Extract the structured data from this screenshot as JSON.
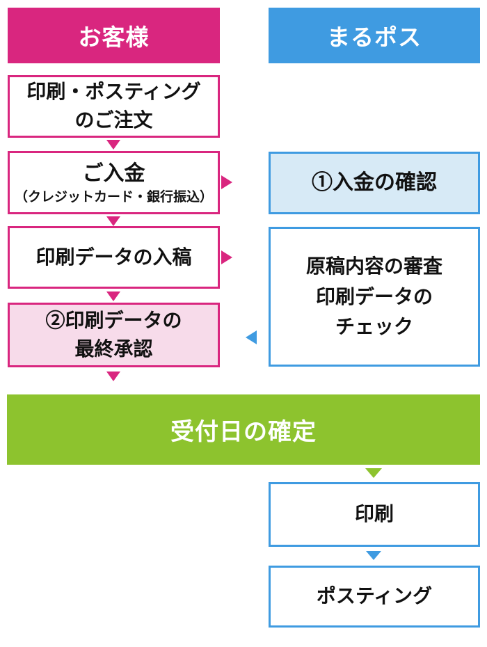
{
  "columns": {
    "customer": {
      "header": "お客様"
    },
    "service": {
      "header": "まるポス"
    }
  },
  "customer_steps": {
    "order_line1": "印刷・ポスティング",
    "order_line2": "のご注文",
    "payment_title": "ご入金",
    "payment_subtitle": "（クレジットカード・銀行振込）",
    "data_submission": "印刷データの入稿",
    "approval_line1": "②印刷データの",
    "approval_line2": "最終承認"
  },
  "service_steps": {
    "payment_check": "①入金の確認",
    "review_line1": "原稿内容の審査",
    "review_line2": "印刷データの",
    "review_line3": "チェック",
    "print": "印刷",
    "posting": "ポスティング"
  },
  "milestone": "受付日の確定",
  "colors": {
    "pink": "#D9267F",
    "pink_light": "#F7DBEA",
    "blue": "#3F9BE1",
    "blue_light": "#D7EAF6",
    "green": "#8DC32E",
    "text": "#111111"
  }
}
